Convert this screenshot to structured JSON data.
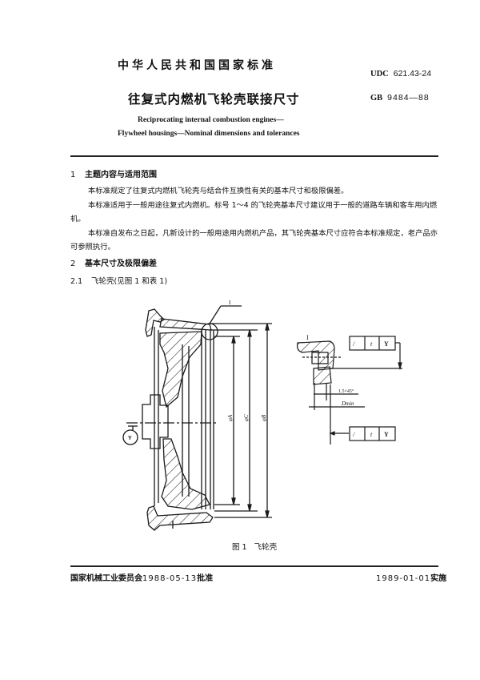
{
  "header": {
    "national_standard": "中华人民共和国国家标准",
    "udc_label": "UDC",
    "udc_value": "621.43-24",
    "title_cn": "往复式内燃机飞轮壳联接尺寸",
    "gb_label": "GB",
    "gb_value": "9484—88",
    "title_en_line1": "Reciprocating internal combustion engines—",
    "title_en_line2": "Flywheel housings—Nominal dimensions and tolerances"
  },
  "sections": [
    {
      "number": "1",
      "heading": "主题内容与适用范围",
      "paragraphs": [
        "本标准规定了往复式内燃机飞轮壳与结合件互换性有关的基本尺寸和极限偏差。",
        "本标准适用于一般用途往复式内燃机。标号 1～4 的飞轮壳基本尺寸建议用于一般的道路车辆和客车用内燃机。",
        "本标准自发布之日起，凡新设计的一般用途用内燃机产品，其飞轮壳基本尺寸应符合本标准规定，老产品亦可参照执行。"
      ]
    },
    {
      "number": "2",
      "heading": "基本尺寸及极限偏差",
      "subsections": [
        {
          "number": "2.1",
          "heading": "飞轮壳(见图 1 和表 1)"
        }
      ]
    }
  ],
  "figure": {
    "detail_label": "I",
    "datum_label": "Y",
    "dim_A": "φA",
    "dim_C": "φC",
    "dim_B": "φB",
    "chamfer": "1.5×45°",
    "dmin": "Dmin",
    "tolerance_frame_top": {
      "symbol": "/",
      "tol": "t",
      "datum": "Y"
    },
    "tolerance_frame_bottom": {
      "symbol": "/",
      "tol": "t",
      "datum": "Y"
    },
    "caption_number": "图 1",
    "caption_text": "飞轮壳"
  },
  "footer": {
    "approver": "国家机械工业委员会",
    "approval_date": "1988-05-13",
    "approval_label": "批准",
    "effective_date": "1989-01-01",
    "effective_label": "实施"
  }
}
